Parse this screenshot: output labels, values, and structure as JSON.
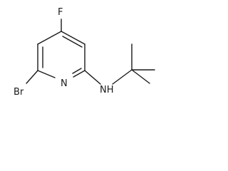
{
  "molecule": {
    "atoms": {
      "fluorine": "F",
      "bromine": "Br",
      "ring_nitrogen": "N",
      "amine": "NH"
    }
  }
}
